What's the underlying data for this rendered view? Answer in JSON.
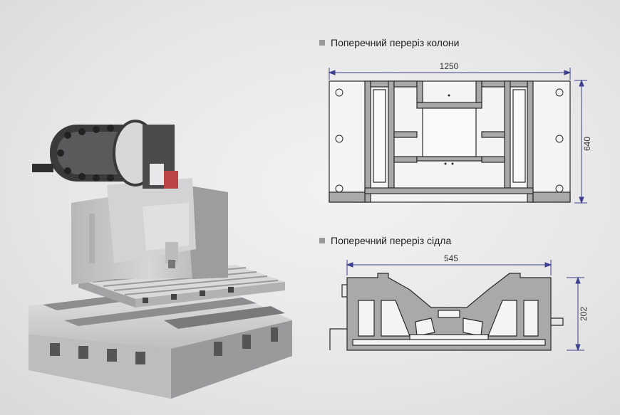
{
  "column_section": {
    "title": "Поперечний переріз колони",
    "width_dim": "1250",
    "height_dim": "640"
  },
  "saddle_section": {
    "title": "Поперечний переріз сідла",
    "width_dim": "545",
    "height_dim": "202"
  },
  "colors": {
    "drawing_line": "#2a2a2a",
    "dimension_line": "#3d3f8f",
    "section_fill": "#a9a9a9",
    "machine_body": "#c7c7c9"
  }
}
